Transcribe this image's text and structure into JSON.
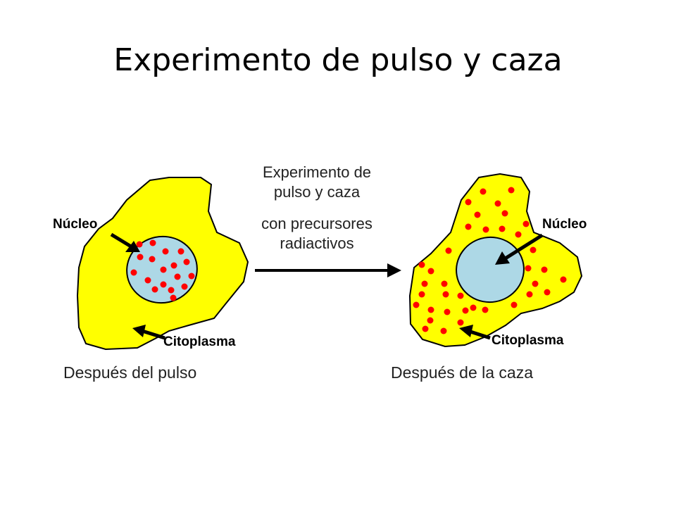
{
  "slide": {
    "title": "Experimento de pulso y caza"
  },
  "diagram": {
    "center_text": [
      "Experimento de",
      "pulso y caza",
      "con precursores",
      "radiactivos"
    ],
    "left_cell": {
      "nucleus_label": "Núcleo",
      "cytoplasm_label": "Citoplasma",
      "caption": "Después del pulso"
    },
    "right_cell": {
      "nucleus_label": "Núcleo",
      "cytoplasm_label": "Citoplasma",
      "caption": "Después de la caza"
    }
  },
  "colors": {
    "cytoplasm": "#ffff00",
    "nucleus": "#add8e6",
    "label_dot": "#ff0000"
  }
}
